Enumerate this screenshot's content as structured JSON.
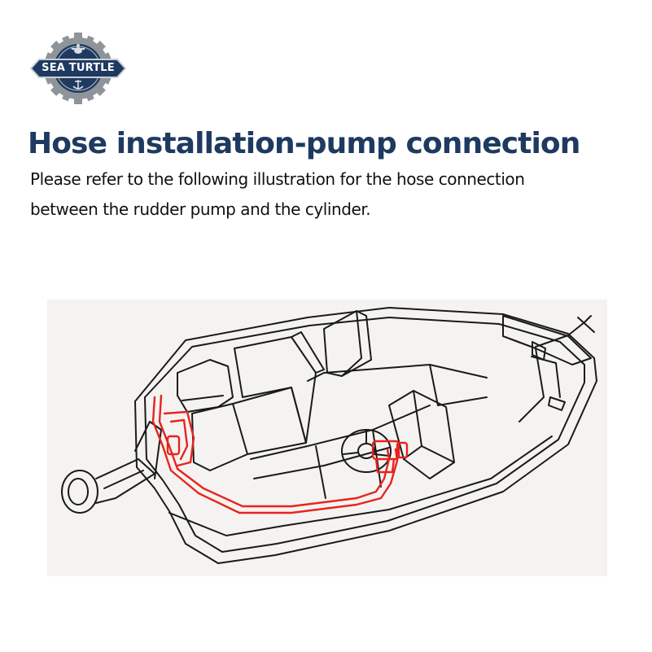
{
  "brand": {
    "logo_text": "SEA TURTLE",
    "colors": {
      "navy": "#1e3a60",
      "gear": "#8e9499",
      "text": "#111111",
      "hose": "#e8231f",
      "illustration_bg": "#f4f3f1"
    }
  },
  "page": {
    "title": "Hose installation-pump connection",
    "description_line1": "Please refer to the following illustration for the hose connection",
    "description_line2": "between the rudder pump and the cylinder."
  },
  "illustration": {
    "subject": "boat-hose-diagram"
  }
}
